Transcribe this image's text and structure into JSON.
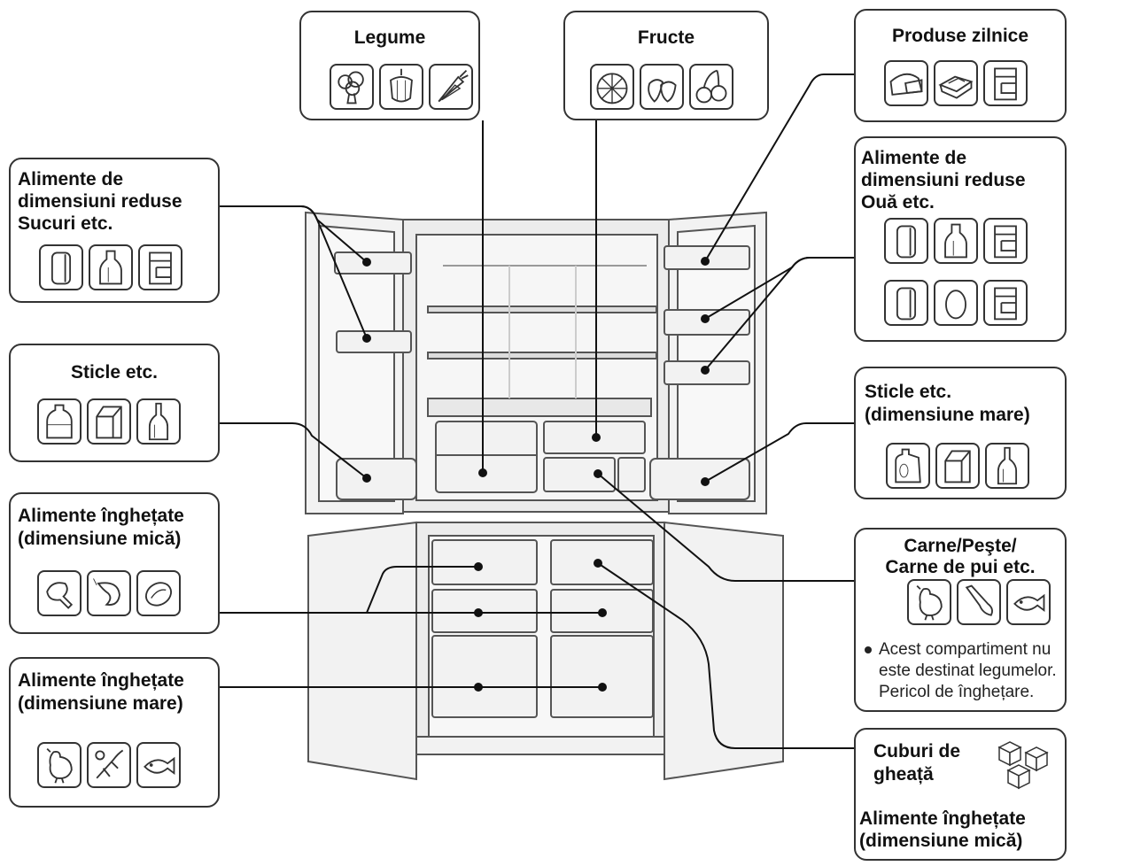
{
  "boxes": {
    "legume": {
      "title": "Legume",
      "icons": [
        "broccoli-icon",
        "pepper-icon",
        "carrot-icon"
      ]
    },
    "fructe": {
      "title": "Fructe",
      "icons": [
        "citrus-slice-icon",
        "strawberry-icon",
        "cherry-icon"
      ]
    },
    "produse_zilnice": {
      "title": "Produse zilnice",
      "icons": [
        "cheese-icon",
        "butter-dish-icon",
        "carton-icon"
      ]
    },
    "mici_oua": {
      "title_lines": [
        "Alimente de",
        "dimensiuni reduse",
        "Ouă etc."
      ],
      "icons": [
        "can-icon",
        "bottle-icon",
        "carton-icon",
        "can-icon",
        "egg-icon",
        "carton-icon"
      ]
    },
    "mici_sucuri": {
      "title_lines": [
        "Alimente de",
        "dimensiuni reduse",
        "Sucuri etc."
      ],
      "icons": [
        "can-icon",
        "bottle-icon",
        "carton-icon"
      ]
    },
    "sticle": {
      "title": "Sticle etc.",
      "icons": [
        "plastic-bottle-icon",
        "milk-carton-icon",
        "wine-bottle-icon"
      ]
    },
    "sticle_mari": {
      "title_lines": [
        "Sticle etc.",
        "(dimensiune mare)"
      ],
      "icons": [
        "jug-icon",
        "milk-carton-icon",
        "wine-bottle-icon"
      ]
    },
    "inghetate_mici": {
      "title_lines": [
        "Alimente înghețate",
        "(dimensiune mică)"
      ],
      "icons": [
        "chicken-leg-icon",
        "shrimp-icon",
        "fish-steak-icon"
      ]
    },
    "inghetate_mari": {
      "title_lines": [
        "Alimente înghețate",
        "(dimensiune mare)"
      ],
      "icons": [
        "chicken-icon",
        "lobster-icon",
        "fish-icon"
      ]
    },
    "carne": {
      "title_lines": [
        "Carne/Peşte/",
        "Carne de pui etc."
      ],
      "icons": [
        "chicken-icon",
        "meat-leg-icon",
        "fish-icon"
      ],
      "note_lines": [
        "Acest compartiment nu",
        "este destinat legumelor.",
        "Pericol de înghețare."
      ]
    },
    "cuburi": {
      "title_lines": [
        "Cuburi de",
        "gheață"
      ],
      "sub_lines": [
        "Alimente înghețate",
        "(dimensiune mică)"
      ],
      "icons": [
        "ice-cubes-icon"
      ]
    }
  }
}
